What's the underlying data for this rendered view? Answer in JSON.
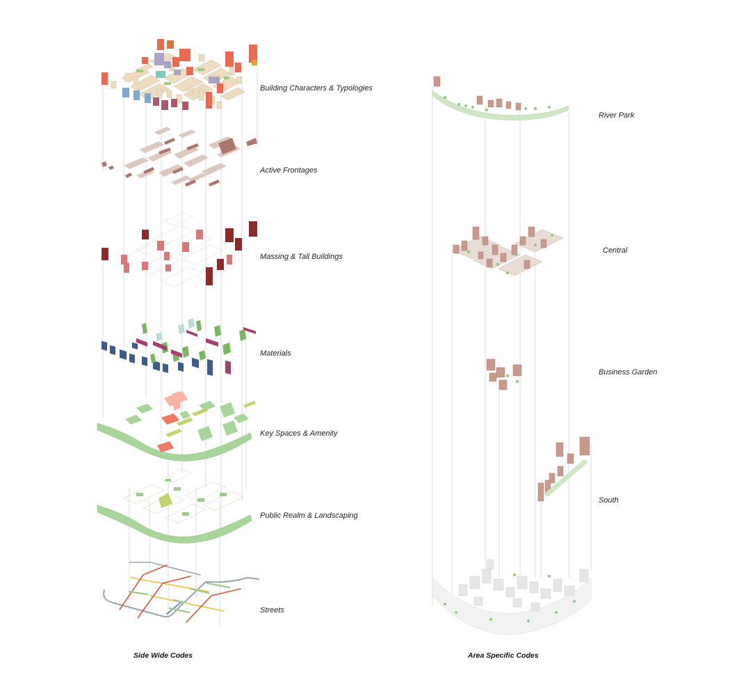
{
  "left_column": {
    "title": "Side Wide Codes",
    "layers": [
      {
        "label": "Building Characters & Typologies"
      },
      {
        "label": "Active Frontages"
      },
      {
        "label": "Massing & Tall Buildings"
      },
      {
        "label": "Materials"
      },
      {
        "label": "Key Spaces & Amenity"
      },
      {
        "label": "Public Realm & Landscaping"
      },
      {
        "label": "Streets"
      }
    ]
  },
  "right_column": {
    "title": "Area Specific Codes",
    "layers": [
      {
        "label": "River Park"
      },
      {
        "label": "Central"
      },
      {
        "label": "Business Garden"
      },
      {
        "label": "South"
      }
    ]
  },
  "colors": {
    "beige_building": "#eddcbf",
    "salmon_building": "#e86a52",
    "rust_building": "#d9773f",
    "lavender_building": "#a9a3c4",
    "blue_building": "#7ea8cf",
    "mauve_building": "#a85a6a",
    "teal_building": "#7fc9bc",
    "frontage_brown": "#a9776c",
    "frontage_light": "#ddc8c0",
    "dark_red": "#8c2b2b",
    "pink_red": "#d9787a",
    "navy": "#3d5d86",
    "green": "#7ab663",
    "magenta": "#a4406e",
    "light_teal": "#bcdbd7",
    "light_green": "#a8d59a",
    "yellow_green": "#c4d46d",
    "coral": "#f07a63",
    "street_red": "#d9553e",
    "street_yellow": "#e6c23d",
    "street_blue": "#4f79b1",
    "street_grey": "#9aa3ad",
    "street_green": "#9ccc8a",
    "area_brown": "#c79a8d",
    "area_grey": "#e6e6e6",
    "leader_line": "#b8b8b8"
  }
}
